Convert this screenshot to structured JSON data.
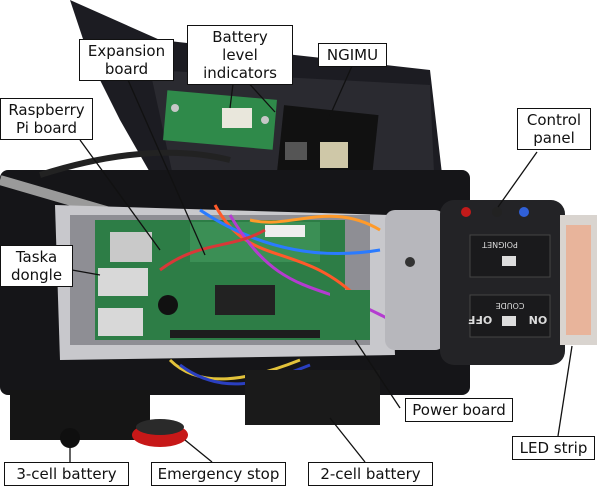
{
  "labels": {
    "battery_level_indicators": "Battery level\nindicators",
    "expansion_board": "Expansion\nboard",
    "ngimu": "NGIMU",
    "raspberry_pi_board": "Raspberry\nPi board",
    "control_panel": "Control\npanel",
    "taska_dongle": "Taska\ndongle",
    "power_board": "Power board",
    "led_strip": "LED strip",
    "three_cell_battery": "3-cell battery",
    "emergency_stop": "Emergency stop",
    "two_cell_battery": "2-cell battery"
  },
  "panel_text": {
    "poignet": "POIGNET",
    "coude": "COUDE",
    "on": "ON",
    "off": "OFF"
  }
}
